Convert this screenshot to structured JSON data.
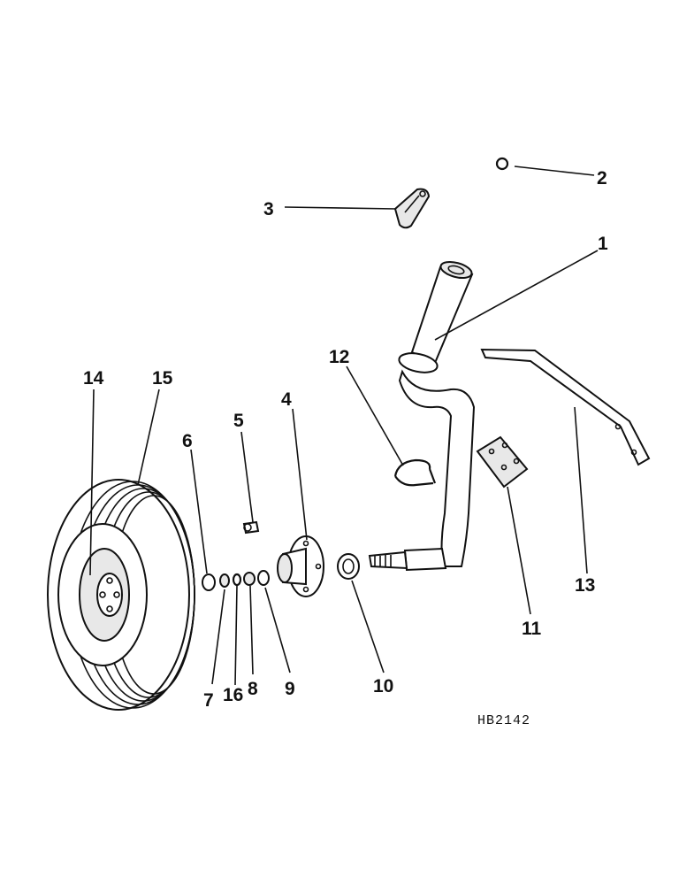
{
  "callouts": [
    {
      "id": "1",
      "text": "1"
    },
    {
      "id": "2",
      "text": "2"
    },
    {
      "id": "3",
      "text": "3"
    },
    {
      "id": "4",
      "text": "4"
    },
    {
      "id": "5",
      "text": "5"
    },
    {
      "id": "6",
      "text": "6"
    },
    {
      "id": "7",
      "text": "7"
    },
    {
      "id": "8",
      "text": "8"
    },
    {
      "id": "9",
      "text": "9"
    },
    {
      "id": "10",
      "text": "10"
    },
    {
      "id": "11",
      "text": "11"
    },
    {
      "id": "12",
      "text": "12"
    },
    {
      "id": "13",
      "text": "13"
    },
    {
      "id": "14",
      "text": "14"
    },
    {
      "id": "15",
      "text": "15"
    },
    {
      "id": "16",
      "text": "16"
    }
  ],
  "drawing_code": "HB2142",
  "colors": {
    "ink": "#111111",
    "paper": "#ffffff"
  }
}
